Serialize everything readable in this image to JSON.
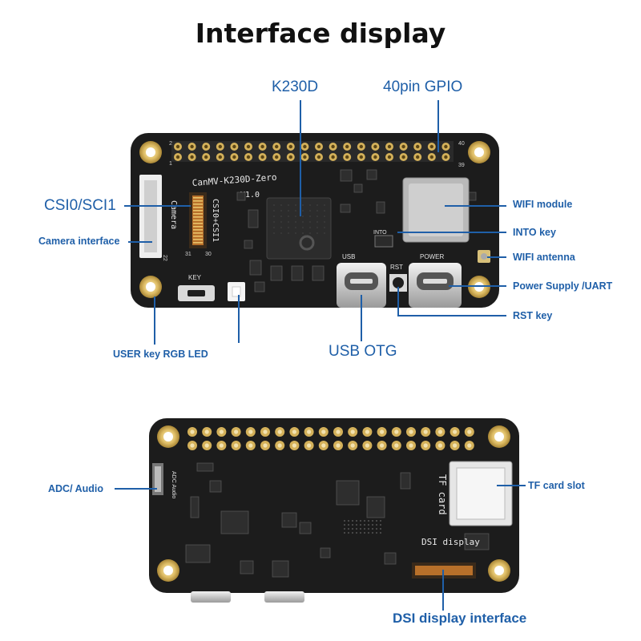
{
  "title": "Interface display",
  "board": {
    "name": "CanMV-K230D-Zero",
    "version": "V1.0",
    "silk_camera": "Camera",
    "silk_csi": "CSI0+CSI1",
    "silk_key": "KEY",
    "silk_usb": "USB",
    "silk_rst": "RST",
    "silk_power": "POWER",
    "silk_into": "INTO",
    "silk_tf": "TF card",
    "silk_dsi": "DSI display",
    "silk_adc": "ADC Audio",
    "pin_2": "2",
    "pin_1": "1",
    "pin_40": "40",
    "pin_39": "39",
    "pin_31": "31",
    "pin_30": "30",
    "pin_22": "22"
  },
  "labels": {
    "k230d": "K230D",
    "gpio": "40pin GPIO",
    "csi": "CSI0/SCI1",
    "camera": "Camera interface",
    "wifi_module": "WIFI module",
    "into_key": "INTO key",
    "wifi_antenna": "WIFI antenna",
    "power_uart": "Power Supply /UART",
    "rst_key": "RST key",
    "user_rgb": "USER key RGB LED",
    "usb_otg": "USB OTG",
    "adc_audio": "ADC/ Audio",
    "tf_slot": "TF card slot",
    "dsi": "DSI display interface"
  },
  "colors": {
    "label": "#1f5fa8",
    "line": "#1f5fa8",
    "pcb": "#1c1c1c",
    "gold": "#d4b15a"
  }
}
